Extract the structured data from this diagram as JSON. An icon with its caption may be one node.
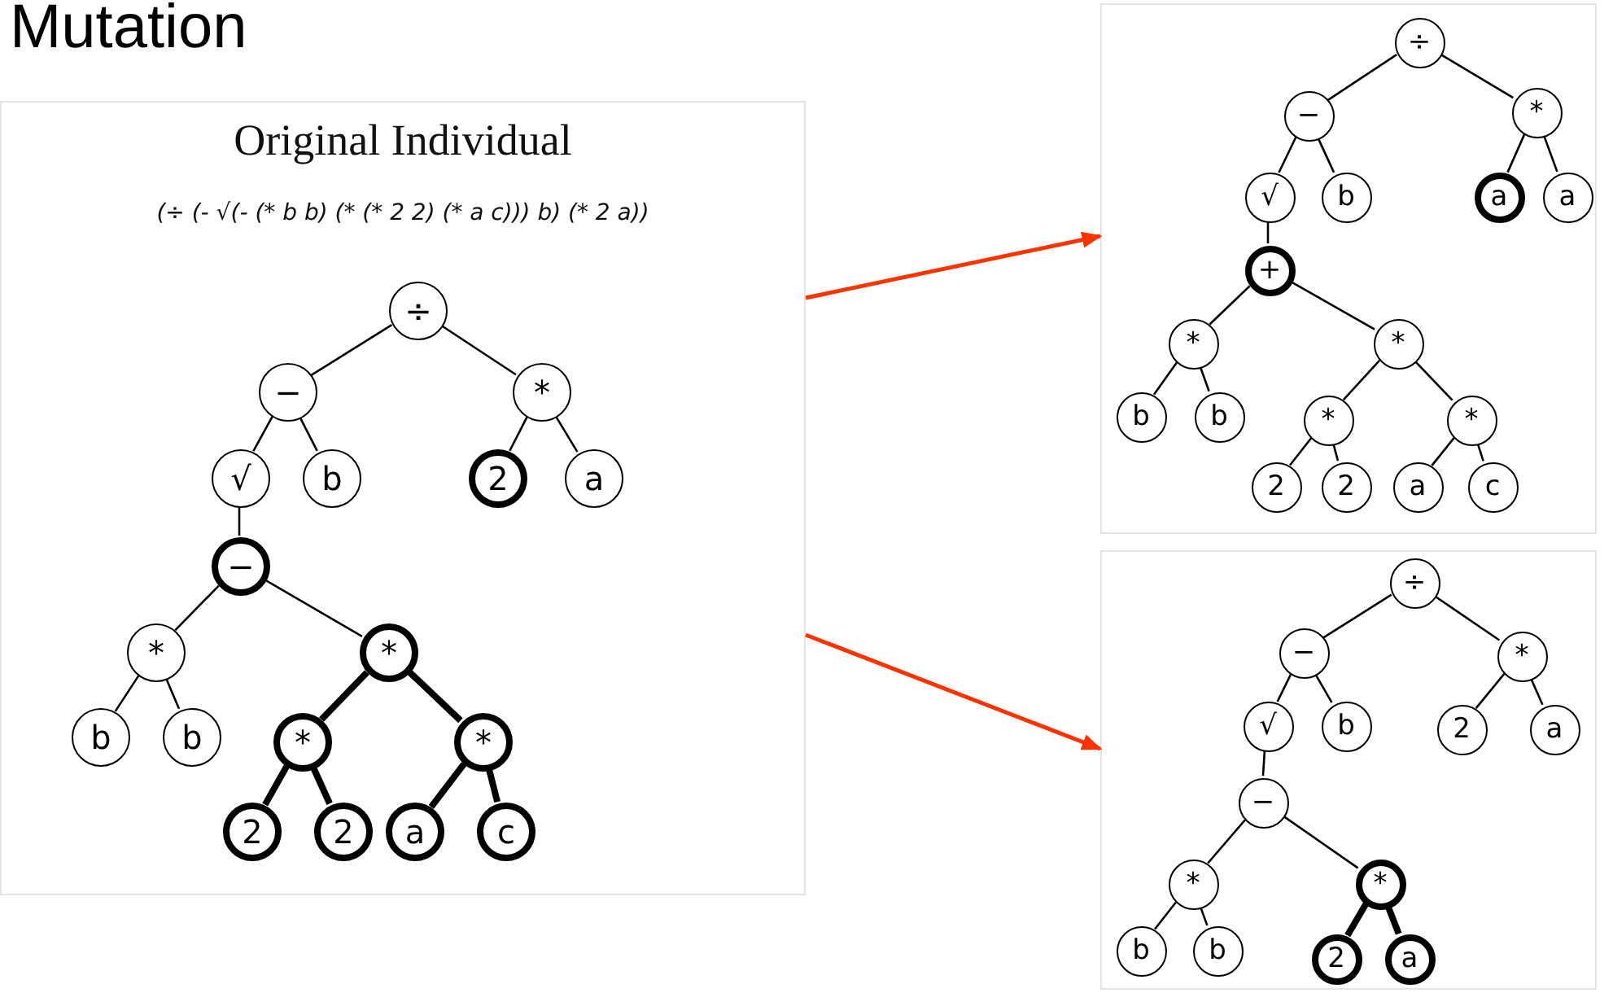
{
  "diagram": {
    "title": "Mutation",
    "nodes": [
      {
        "text": [
          "Original Individual",
          "(÷ (- √(- (* b b) (* (* 2 2) (* a c))) b) (* 2 a))"
        ]
      },
      {
        "text": [
          "÷"
        ],
        "in": 0
      },
      {
        "text": [
          "−"
        ],
        "in": 0
      },
      {
        "text": [
          "*"
        ],
        "in": 0
      },
      {
        "text": [
          "√"
        ],
        "in": 0
      },
      {
        "text": [
          "b"
        ],
        "in": 0
      },
      {
        "text": [
          "2"
        ],
        "in": 0
      },
      {
        "text": [
          "a"
        ],
        "in": 0
      },
      {
        "text": [
          "−"
        ],
        "in": 0
      },
      {
        "text": [
          "*"
        ],
        "in": 0
      },
      {
        "text": [
          "*"
        ],
        "in": 0
      },
      {
        "text": [
          "b"
        ],
        "in": 0
      },
      {
        "text": [
          "b"
        ],
        "in": 0
      },
      {
        "text": [
          "*"
        ],
        "in": 0
      },
      {
        "text": [
          "*"
        ],
        "in": 0
      },
      {
        "text": [
          "2"
        ],
        "in": 0
      },
      {
        "text": [
          "2"
        ],
        "in": 0
      },
      {
        "text": [
          "a"
        ],
        "in": 0
      },
      {
        "text": [
          "c"
        ],
        "in": 0
      },
      {
        "text": [],
        "shape": "box"
      },
      {
        "text": [
          "÷"
        ],
        "in": 19
      },
      {
        "text": [
          "−"
        ],
        "in": 19
      },
      {
        "text": [
          "*"
        ],
        "in": 19
      },
      {
        "text": [
          "√"
        ],
        "in": 19
      },
      {
        "text": [
          "b"
        ],
        "in": 19
      },
      {
        "text": [
          "a"
        ],
        "in": 19
      },
      {
        "text": [
          "a"
        ],
        "in": 19
      },
      {
        "text": [
          "+"
        ],
        "in": 19
      },
      {
        "text": [
          "*"
        ],
        "in": 19
      },
      {
        "text": [
          "*"
        ],
        "in": 19
      },
      {
        "text": [
          "b"
        ],
        "in": 19
      },
      {
        "text": [
          "b"
        ],
        "in": 19
      },
      {
        "text": [
          "*"
        ],
        "in": 19
      },
      {
        "text": [
          "*"
        ],
        "in": 19
      },
      {
        "text": [
          "2"
        ],
        "in": 19
      },
      {
        "text": [
          "2"
        ],
        "in": 19
      },
      {
        "text": [
          "a"
        ],
        "in": 19
      },
      {
        "text": [
          "c"
        ],
        "in": 19
      },
      {
        "text": [],
        "shape": "box"
      },
      {
        "text": [
          "÷"
        ],
        "in": 38
      },
      {
        "text": [
          "−"
        ],
        "in": 38
      },
      {
        "text": [
          "*"
        ],
        "in": 38
      },
      {
        "text": [
          "√"
        ],
        "in": 38
      },
      {
        "text": [
          "b"
        ],
        "in": 38
      },
      {
        "text": [
          "2"
        ],
        "in": 38
      },
      {
        "text": [
          "a"
        ],
        "in": 38
      },
      {
        "text": [
          "−"
        ],
        "in": 38
      },
      {
        "text": [
          "*"
        ],
        "in": 38
      },
      {
        "text": [
          "*"
        ],
        "in": 38
      },
      {
        "text": [
          "b"
        ],
        "in": 38
      },
      {
        "text": [
          "b"
        ],
        "in": 38
      },
      {
        "text": [
          "2"
        ],
        "in": 38
      },
      {
        "text": [
          "a"
        ],
        "in": 38
      }
    ],
    "edges": [
      {
        "from": 1,
        "to": 2,
        "arrow": "none"
      },
      {
        "from": 1,
        "to": 3,
        "arrow": "none"
      },
      {
        "from": 2,
        "to": 4,
        "arrow": "none"
      },
      {
        "from": 2,
        "to": 5,
        "arrow": "none"
      },
      {
        "from": 3,
        "to": 6,
        "arrow": "none"
      },
      {
        "from": 3,
        "to": 7,
        "arrow": "none"
      },
      {
        "from": 4,
        "to": 8,
        "arrow": "none"
      },
      {
        "from": 8,
        "to": 9,
        "arrow": "none"
      },
      {
        "from": 8,
        "to": 10,
        "arrow": "none"
      },
      {
        "from": 9,
        "to": 11,
        "arrow": "none"
      },
      {
        "from": 9,
        "to": 12,
        "arrow": "none"
      },
      {
        "from": 10,
        "to": 13,
        "arrow": "none",
        "style": "thick"
      },
      {
        "from": 10,
        "to": 14,
        "arrow": "none",
        "style": "thick"
      },
      {
        "from": 13,
        "to": 15,
        "arrow": "none",
        "style": "thick"
      },
      {
        "from": 13,
        "to": 16,
        "arrow": "none",
        "style": "thick"
      },
      {
        "from": 14,
        "to": 17,
        "arrow": "none",
        "style": "thick"
      },
      {
        "from": 14,
        "to": 18,
        "arrow": "none",
        "style": "thick"
      },
      {
        "from": 20,
        "to": 21,
        "arrow": "none"
      },
      {
        "from": 20,
        "to": 22,
        "arrow": "none"
      },
      {
        "from": 21,
        "to": 23,
        "arrow": "none"
      },
      {
        "from": 21,
        "to": 24,
        "arrow": "none"
      },
      {
        "from": 22,
        "to": 25,
        "arrow": "none"
      },
      {
        "from": 22,
        "to": 26,
        "arrow": "none"
      },
      {
        "from": 23,
        "to": 27,
        "arrow": "none"
      },
      {
        "from": 27,
        "to": 28,
        "arrow": "none"
      },
      {
        "from": 27,
        "to": 29,
        "arrow": "none"
      },
      {
        "from": 28,
        "to": 30,
        "arrow": "none"
      },
      {
        "from": 28,
        "to": 31,
        "arrow": "none"
      },
      {
        "from": 29,
        "to": 32,
        "arrow": "none"
      },
      {
        "from": 29,
        "to": 33,
        "arrow": "none"
      },
      {
        "from": 32,
        "to": 34,
        "arrow": "none"
      },
      {
        "from": 32,
        "to": 35,
        "arrow": "none"
      },
      {
        "from": 33,
        "to": 36,
        "arrow": "none"
      },
      {
        "from": 33,
        "to": 37,
        "arrow": "none"
      },
      {
        "from": 39,
        "to": 40,
        "arrow": "none"
      },
      {
        "from": 39,
        "to": 41,
        "arrow": "none"
      },
      {
        "from": 40,
        "to": 42,
        "arrow": "none"
      },
      {
        "from": 40,
        "to": 43,
        "arrow": "none"
      },
      {
        "from": 41,
        "to": 44,
        "arrow": "none"
      },
      {
        "from": 41,
        "to": 45,
        "arrow": "none"
      },
      {
        "from": 42,
        "to": 46,
        "arrow": "none"
      },
      {
        "from": 46,
        "to": 47,
        "arrow": "none"
      },
      {
        "from": 46,
        "to": 48,
        "arrow": "none"
      },
      {
        "from": 47,
        "to": 49,
        "arrow": "none"
      },
      {
        "from": 47,
        "to": 50,
        "arrow": "none"
      },
      {
        "from": 48,
        "to": 51,
        "arrow": "none",
        "style": "thick"
      },
      {
        "from": 48,
        "to": 52,
        "arrow": "none",
        "style": "thick"
      },
      {
        "from": 0,
        "to": 19,
        "arrow": "to",
        "color": "#ff3300"
      },
      {
        "from": 0,
        "to": 38,
        "arrow": "to",
        "color": "#ff3300"
      }
    ]
  }
}
